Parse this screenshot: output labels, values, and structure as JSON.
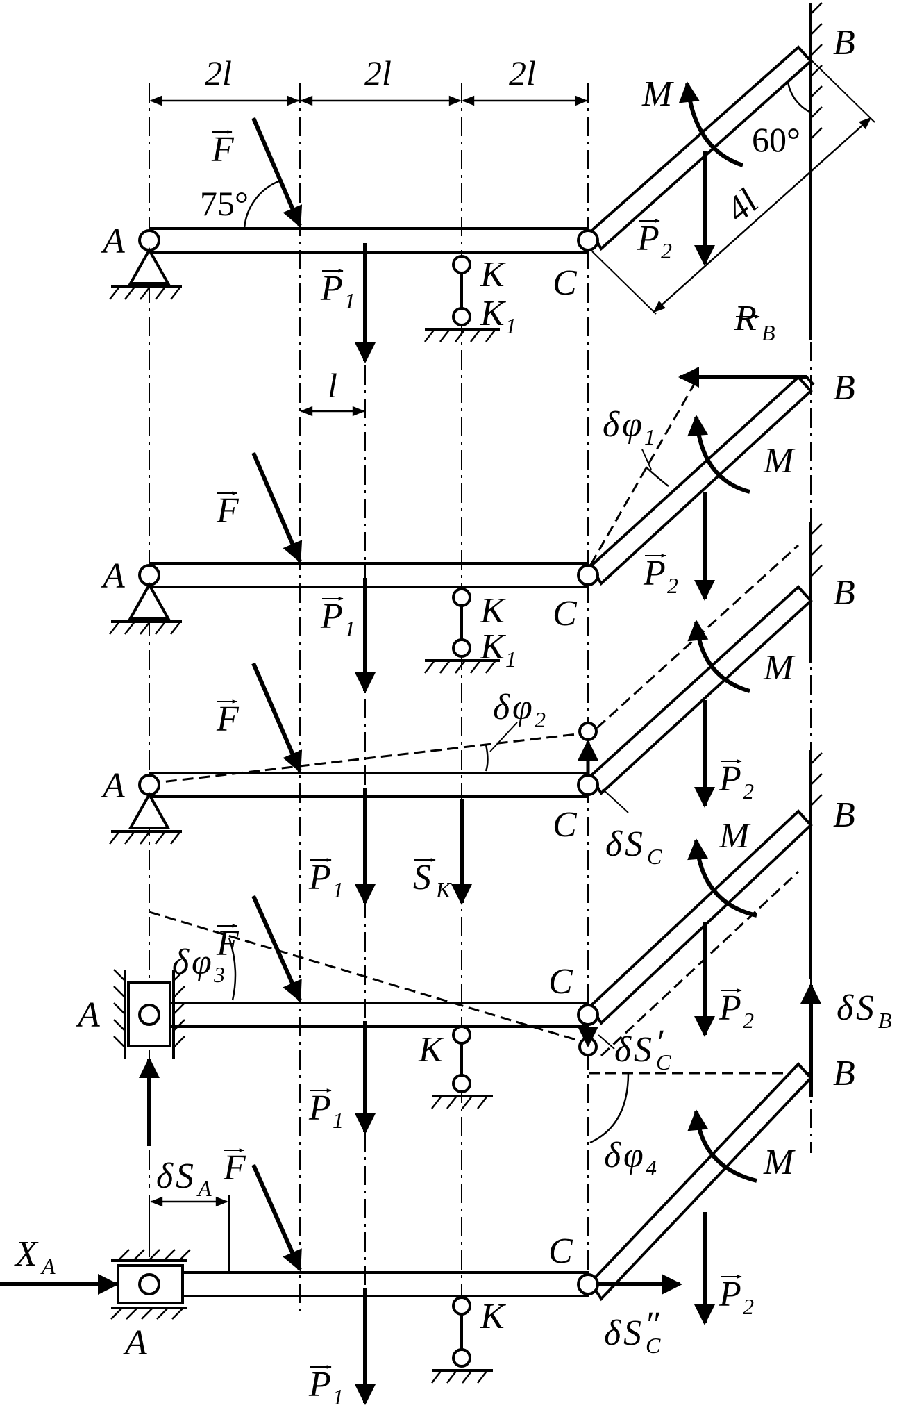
{
  "dimensions": {
    "seg1": "2l",
    "seg2": "2l",
    "seg3": "2l",
    "offset": "l",
    "bc_length": "4l"
  },
  "angles": {
    "force_angle": "75°",
    "rod_angle": "60°"
  },
  "points": {
    "a": "A",
    "b": "B",
    "c": "C",
    "k": "K",
    "k1_main": "K",
    "k1_sub": "1"
  },
  "forces": {
    "f": "F",
    "p": "P",
    "p1_sub": "1",
    "p2_sub": "2",
    "m": "M",
    "r": "R",
    "r_sub": "B",
    "s": "S",
    "sk_sub": "K",
    "x": "X",
    "xa_sub": "A"
  },
  "virtual": {
    "delta": "δ",
    "phi": "φ",
    "phi1_sub": "1",
    "phi2_sub": "2",
    "phi3_sub": "3",
    "phi4_sub": "4",
    "s": "S",
    "sc_sub": "C",
    "sb_sub": "B",
    "sa_sub": "A",
    "prime": "′",
    "dprime": "″"
  },
  "colors": {
    "ink": "#000000",
    "paper": "#ffffff"
  }
}
